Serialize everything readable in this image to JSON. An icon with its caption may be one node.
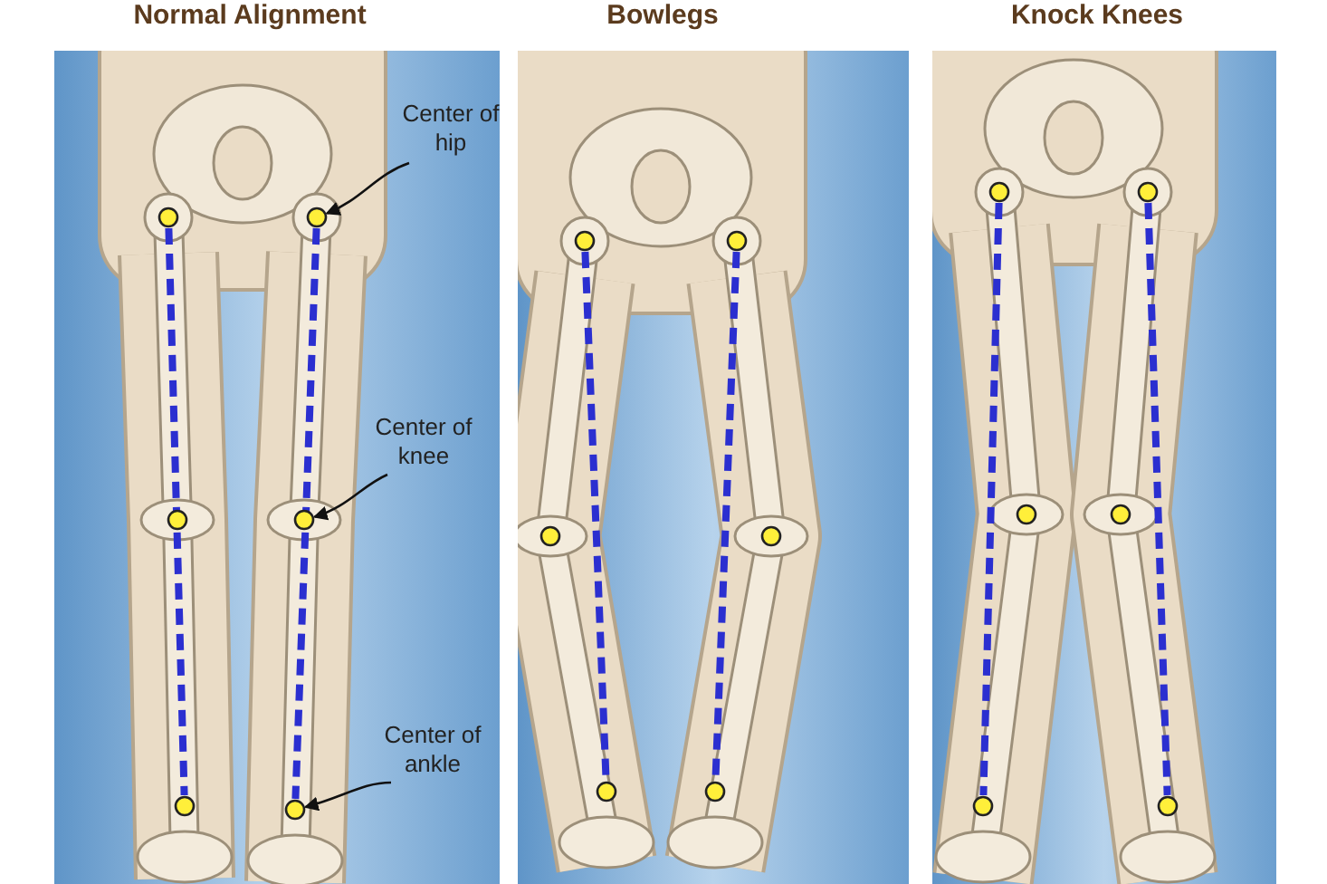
{
  "diagram": {
    "nodes": [
      {
        "text": [],
        "shape": "circle"
      },
      {
        "text": [],
        "shape": "circle"
      },
      {
        "text": [],
        "shape": "circle"
      },
      {
        "text": [],
        "shape": "circle"
      },
      {
        "text": [],
        "shape": "circle"
      },
      {
        "text": [],
        "shape": "circle"
      },
      {
        "text": [],
        "shape": "circle"
      },
      {
        "text": [],
        "shape": "circle"
      },
      {
        "text": [],
        "shape": "circle"
      },
      {
        "text": [],
        "shape": "circle"
      },
      {
        "text": [],
        "shape": "circle"
      },
      {
        "text": [],
        "shape": "circle"
      },
      {
        "text": [],
        "shape": "circle"
      },
      {
        "text": [],
        "shape": "circle"
      },
      {
        "text": [],
        "shape": "circle"
      },
      {
        "text": [],
        "shape": "circle"
      },
      {
        "text": [],
        "shape": "circle"
      },
      {
        "text": [],
        "shape": "circle"
      },
      {
        "text": [
          "Center of hip"
        ]
      },
      {
        "text": [
          "Center of knee"
        ]
      },
      {
        "text": [
          "Center of ankle"
        ]
      }
    ],
    "edges": [
      {
        "from": 0,
        "to": 2,
        "arrow": "none",
        "style": "dashed"
      },
      {
        "from": 3,
        "to": 5,
        "arrow": "none",
        "style": "dashed"
      },
      {
        "from": 6,
        "to": 8,
        "arrow": "none",
        "style": "dashed"
      },
      {
        "from": 9,
        "to": 11,
        "arrow": "none",
        "style": "dashed"
      },
      {
        "from": 12,
        "to": 14,
        "arrow": "none",
        "style": "dashed"
      },
      {
        "from": 15,
        "to": 17,
        "arrow": "none",
        "style": "dashed"
      },
      {
        "from": 18,
        "to": 3,
        "arrow": "to",
        "color": "#111111"
      },
      {
        "from": 19,
        "to": 4,
        "arrow": "to",
        "color": "#111111"
      },
      {
        "from": 20,
        "to": 5,
        "arrow": "to",
        "color": "#111111"
      }
    ],
    "labels": [
      "Normal Alignment",
      "Bowlegs",
      "Knock Knees"
    ]
  }
}
